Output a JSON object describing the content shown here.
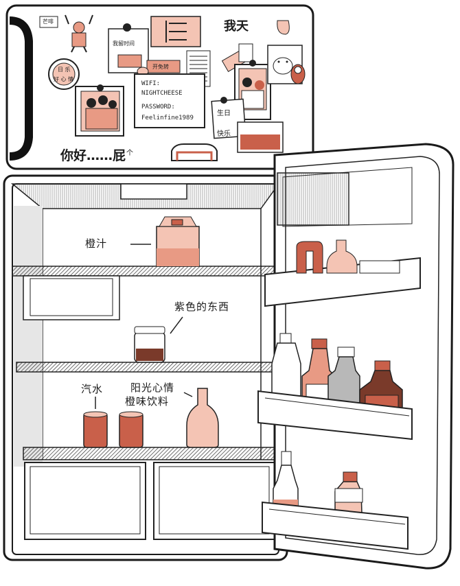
{
  "freezer": {
    "sticker_text": "我天",
    "slogan": "你好……屁",
    "slogan_tag": "个",
    "note_label": "我留时间",
    "badge": "开免转",
    "wifi_note": {
      "line1": "WIFI:",
      "line2": "NIGHTCHEESE",
      "line3": "PASSWORD:",
      "line4": "Feelinfine1989"
    },
    "birthday_card": {
      "line1": "生日",
      "line2": "快乐"
    },
    "top_left_tag": "芒啡",
    "circle_magnet": {
      "line1": "日 乐",
      "line2": "好 心 情"
    }
  },
  "fridge": {
    "labels": {
      "orange_juice": "橙汁",
      "purple_thing": "紫色的东西",
      "soda": "汽水",
      "sunshine_line1": "阳光心情",
      "sunshine_line2": "橙味饮料"
    }
  },
  "colors": {
    "line": "#1a1a1a",
    "pink": "#f4c4b4",
    "salmon": "#e89a84",
    "rust": "#c9604a",
    "dark_red": "#7a3a2a",
    "gray": "#b8b8b8",
    "shelf": "#555555"
  }
}
